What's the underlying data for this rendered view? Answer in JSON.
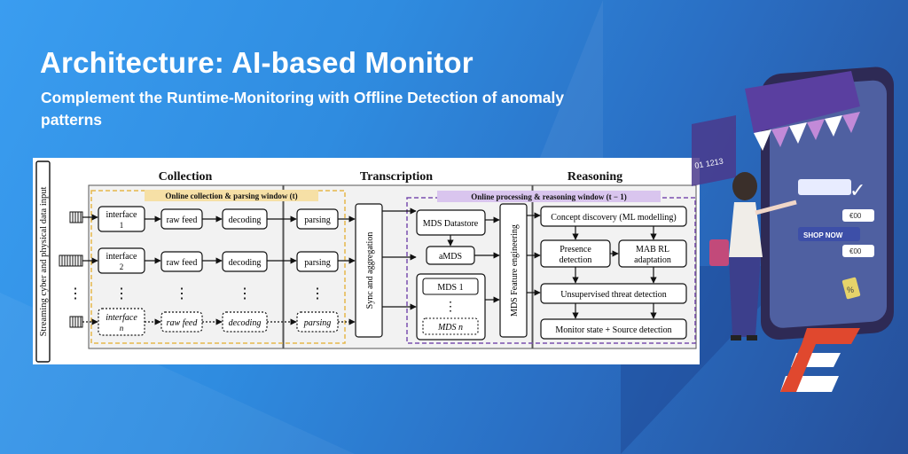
{
  "slide": {
    "title": "Architecture: AI-based Monitor",
    "subtitle": "Complement the Runtime-Monitoring with Offline Detection of anomaly patterns"
  },
  "diagram": {
    "input_label": "Streaming cyber and physical data input",
    "sections": {
      "collection": "Collection",
      "transcription": "Transcription",
      "reasoning": "Reasoning"
    },
    "windows": {
      "online_collection": "Online collection & parsing window (t)",
      "online_processing": "Online processing & reasoning window (t − 1)"
    },
    "rows": [
      {
        "interface": "interface",
        "index": "1",
        "raw": "raw feed",
        "decoding": "decoding",
        "parsing": "parsing"
      },
      {
        "interface": "interface",
        "index": "2",
        "raw": "raw feed",
        "decoding": "decoding",
        "parsing": "parsing"
      },
      {
        "interface": "interface",
        "index": "n",
        "raw": "raw feed",
        "decoding": "decoding",
        "parsing": "parsing"
      }
    ],
    "dots": "⋮",
    "sync": "Sync and aggregation",
    "mds_datastore": "MDS Datastore",
    "amds": "aMDS",
    "mds_1": "MDS 1",
    "mds_n": "MDS n",
    "feature_engineering": "MDS Feature engineering",
    "concept_discovery": "Concept discovery (ML modelling)",
    "presence_detection": [
      "Presence",
      "detection"
    ],
    "mab": [
      "MAB RL",
      "adaptation"
    ],
    "unsupervised": "Unsupervised threat detection",
    "monitor_state": "Monitor state + Source detection"
  },
  "decor": {
    "card_text": "01 1213",
    "shop_now": "SHOP NOW",
    "price_1": "€00",
    "price_2": "€00",
    "percent": "%"
  },
  "colors": {
    "background": "#2f8ce0",
    "collection_window": "#e6b84a",
    "processing_window": "#7b4fb0",
    "logo_red": "#e0482e"
  }
}
